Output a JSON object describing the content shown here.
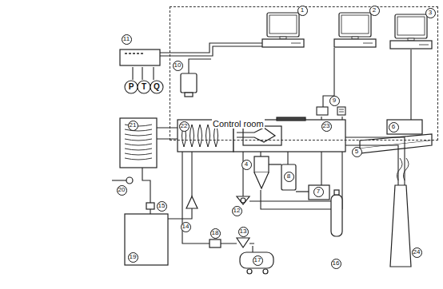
{
  "diagram": {
    "nodes": [
      {
        "text": [
          "Control room"
        ]
      }
    ],
    "labels": [
      "1",
      "2",
      "3",
      "4",
      "5",
      "6",
      "7",
      "8",
      "9",
      "10",
      "11",
      "12",
      "13",
      "14",
      "15",
      "16",
      "17",
      "18",
      "19",
      "20",
      "21",
      "22",
      "23",
      "24",
      "P",
      "T",
      "Q"
    ]
  }
}
